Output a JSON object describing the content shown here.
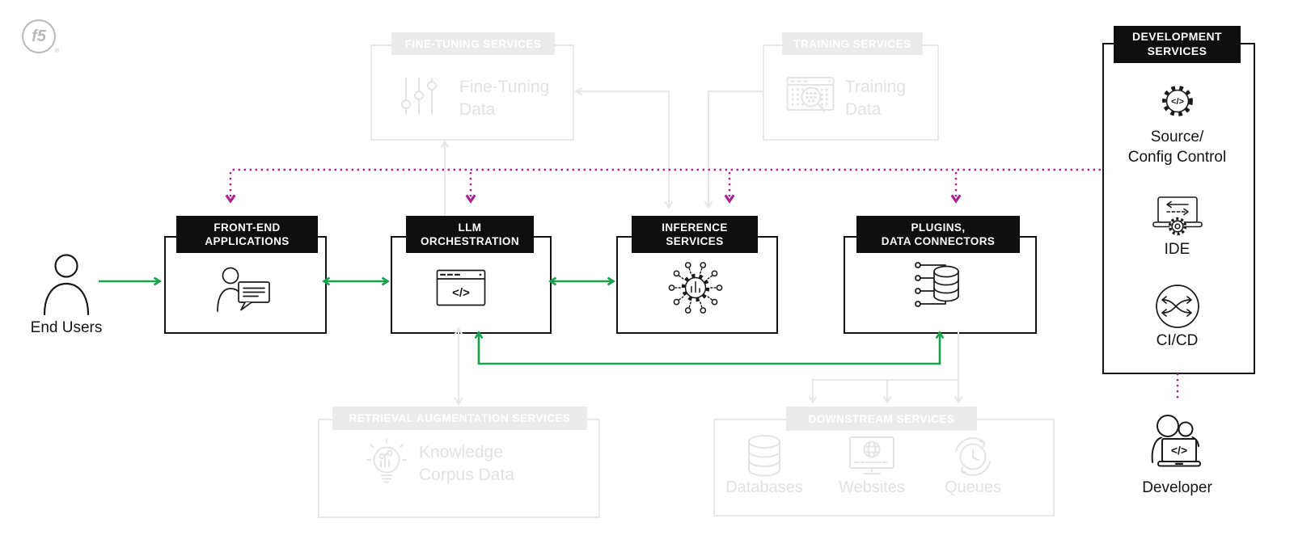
{
  "colors": {
    "green": "#18A24B",
    "magenta": "#A8218E",
    "faded_line": "#E7E7E7",
    "faded_fill": "#EBEBEB",
    "faded_icon": "#E4E4E4",
    "faded_text": "#E2E2E2",
    "logo_gray": "#B9B9B9",
    "ink": "#141414"
  },
  "logo": {
    "text": "f5",
    "registered": "®"
  },
  "icons": {
    "code_glyph": "</>"
  },
  "actors": {
    "end_users": "End Users",
    "developer": "Developer"
  },
  "pipeline": {
    "frontend": {
      "header": [
        "FRONT-END",
        "APPLICATIONS"
      ]
    },
    "llm": {
      "header": [
        "LLM",
        "ORCHESTRATION"
      ]
    },
    "inference": {
      "header": [
        "INFERENCE",
        "SERVICES"
      ]
    },
    "plugins": {
      "header": [
        "PLUGINS,",
        "DATA CONNECTORS"
      ]
    }
  },
  "support": {
    "fine_tuning": {
      "header": "FINE-TUNING SERVICES",
      "label": [
        "Fine-Tuning",
        "Data"
      ]
    },
    "training": {
      "header": "TRAINING SERVICES",
      "label": [
        "Training",
        "Data"
      ]
    },
    "retrieval": {
      "header": "RETRIEVAL AUGMENTATION SERVICES",
      "label": [
        "Knowledge",
        "Corpus Data"
      ]
    },
    "downstream": {
      "header": "DOWNSTREAM SERVICES",
      "items": [
        "Databases",
        "Websites",
        "Queues"
      ]
    }
  },
  "development": {
    "header": [
      "DEVELOPMENT",
      "SERVICES"
    ],
    "items": [
      {
        "label": [
          "Source/",
          "Config Control"
        ]
      },
      {
        "label": [
          "IDE"
        ]
      },
      {
        "label": [
          "CI/CD"
        ]
      }
    ]
  }
}
